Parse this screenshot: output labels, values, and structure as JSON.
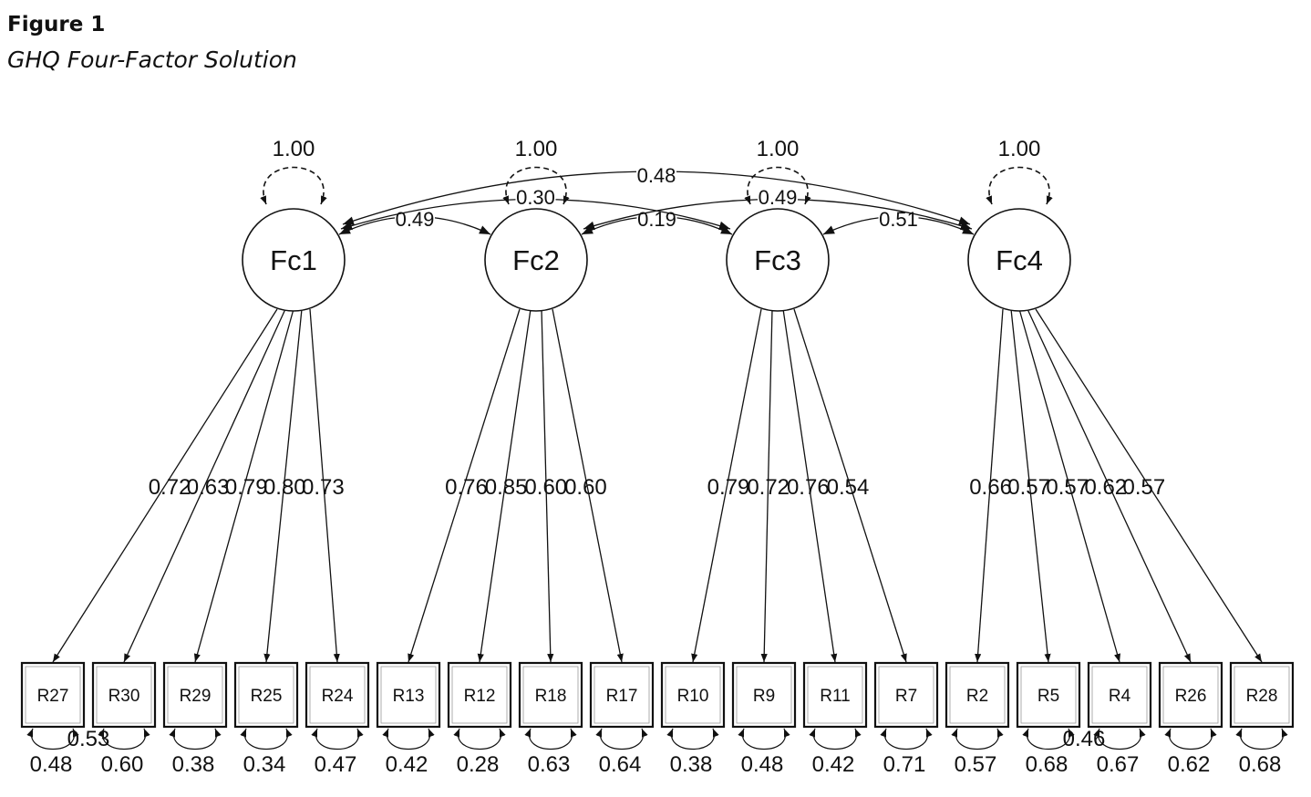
{
  "figure": {
    "label": "Figure 1",
    "title": "GHQ Four-Factor Solution"
  },
  "factors": [
    {
      "id": "Fc1",
      "variance": "1.00",
      "items": [
        "R27",
        "R30",
        "R29",
        "R25",
        "R24"
      ],
      "loadings": [
        "0.72",
        "0.63",
        "0.79",
        "0.80",
        "0.73"
      ]
    },
    {
      "id": "Fc2",
      "variance": "1.00",
      "items": [
        "R13",
        "R12",
        "R18",
        "R17"
      ],
      "loadings": [
        "0.76",
        "0.85",
        "0.60",
        "0.60"
      ]
    },
    {
      "id": "Fc3",
      "variance": "1.00",
      "items": [
        "R10",
        "R9",
        "R11",
        "R7"
      ],
      "loadings": [
        "0.79",
        "0.72",
        "0.76",
        "0.54"
      ]
    },
    {
      "id": "Fc4",
      "variance": "1.00",
      "items": [
        "R2",
        "R5",
        "R4",
        "R26",
        "R28"
      ],
      "loadings": [
        "0.66",
        "0.57",
        "0.57",
        "0.62",
        "0.57"
      ]
    }
  ],
  "factor_correlations": [
    {
      "from": "Fc1",
      "to": "Fc2",
      "value": "0.49"
    },
    {
      "from": "Fc2",
      "to": "Fc3",
      "value": "0.19"
    },
    {
      "from": "Fc3",
      "to": "Fc4",
      "value": "0.51"
    },
    {
      "from": "Fc1",
      "to": "Fc3",
      "value": "0.30"
    },
    {
      "from": "Fc2",
      "to": "Fc4",
      "value": "0.49"
    },
    {
      "from": "Fc1",
      "to": "Fc4",
      "value": "0.48"
    }
  ],
  "residual_variances": [
    "0.48",
    "0.60",
    "0.38",
    "0.34",
    "0.47",
    "0.42",
    "0.28",
    "0.63",
    "0.64",
    "0.38",
    "0.48",
    "0.42",
    "0.71",
    "0.57",
    "0.68",
    "0.67",
    "0.62",
    "0.68"
  ],
  "residual_covariances": [
    {
      "items": [
        "R27",
        "R30"
      ],
      "value": "0.53"
    },
    {
      "items": [
        "R5",
        "R4"
      ],
      "value": "0.46"
    }
  ]
}
